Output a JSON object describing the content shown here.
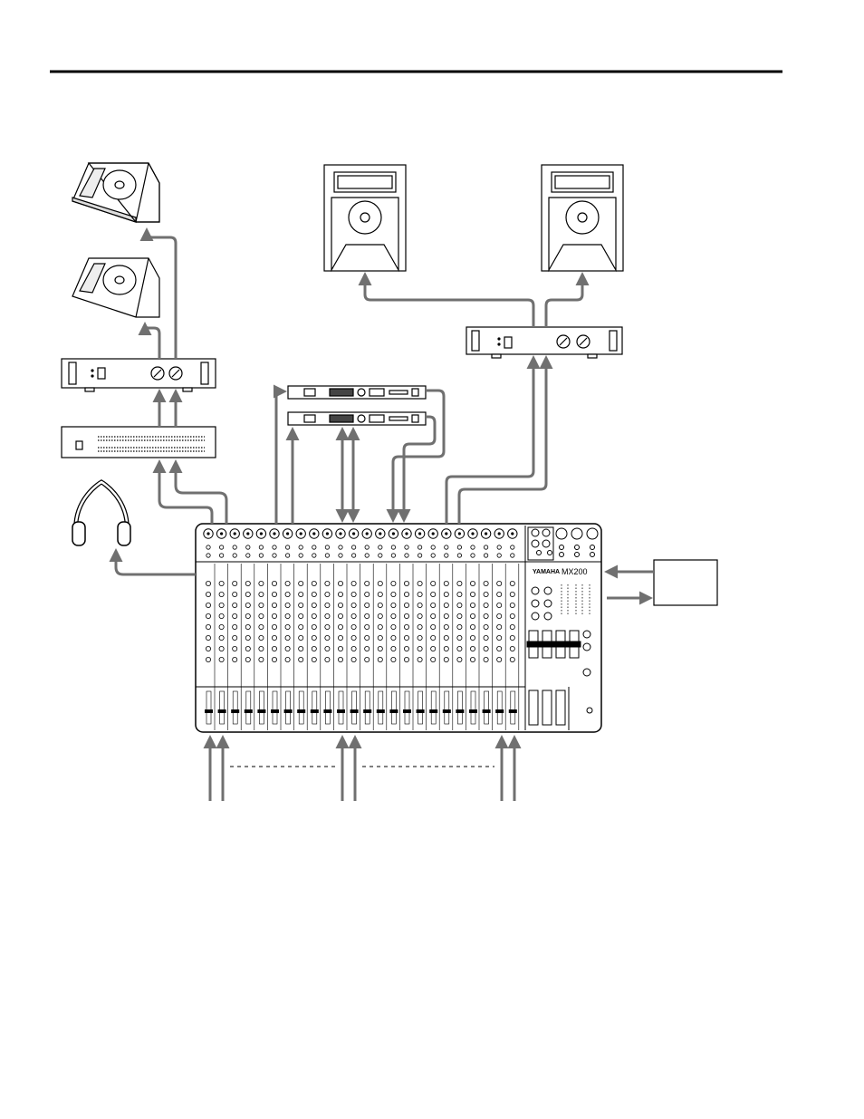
{
  "mixer": {
    "brand": "YAMAHA",
    "model": "MX200"
  },
  "colors": {
    "line": "#000000",
    "cable": "#707070",
    "background": "#ffffff"
  },
  "components": [
    "monitor-speaker",
    "monitor-speaker",
    "main-speaker",
    "main-speaker",
    "power-amplifier",
    "power-amplifier",
    "graphic-equalizer",
    "effects-processor",
    "effects-processor",
    "headphones",
    "mixer",
    "recorder"
  ]
}
